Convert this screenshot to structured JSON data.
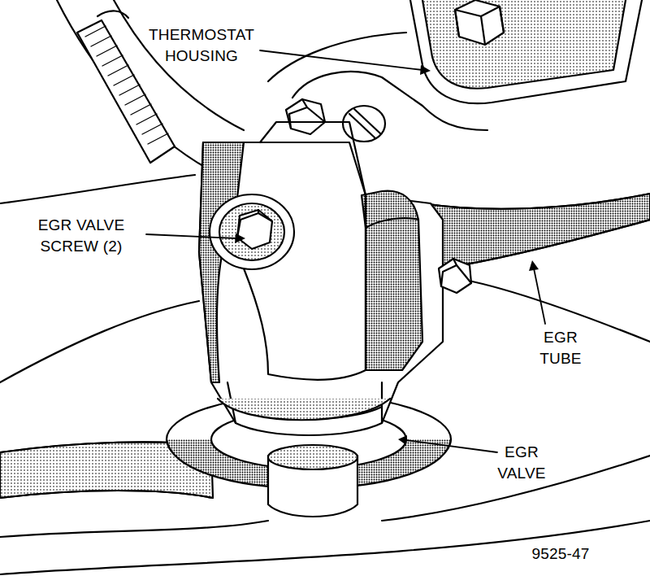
{
  "diagram": {
    "labels": [
      "THERMOSTAT HOUSING",
      "EGR VALVE SCREW (2)",
      "EGR TUBE",
      "EGR VALVE",
      "9525-47"
    ]
  }
}
